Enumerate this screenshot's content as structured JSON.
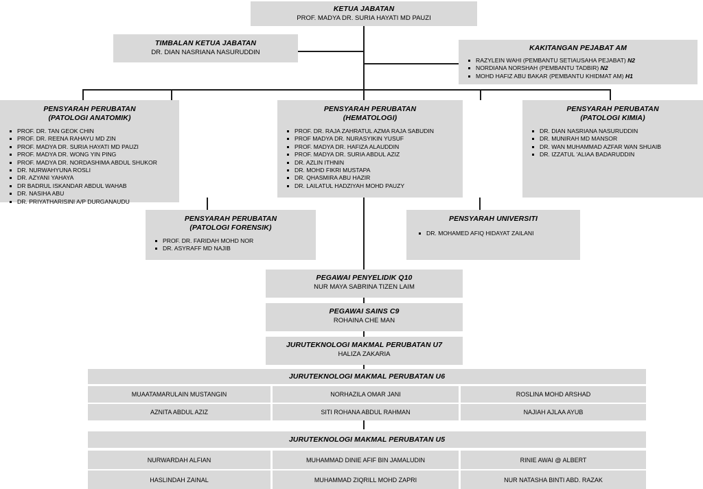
{
  "chart": {
    "type": "org-chart",
    "title": "Carta Organisasi Jabatan Patologi",
    "box_fill": "#d9d9d9",
    "line_color": "#1a1a1a",
    "page_background": "#ffffff"
  },
  "nodes": {
    "head": {
      "title": "KETUA JABATAN",
      "name": "PROF. MADYA DR. SURIA HAYATI MD PAUZI"
    },
    "deputy": {
      "title": "TIMBALAN KETUA JABATAN",
      "name": "DR. DIAN NASRIANA NASURUDDIN"
    },
    "admin_staff": {
      "title": "KAKITANGAN PEJABAT AM",
      "members": [
        {
          "text": "RAZYLEIN WAHI  (PEMBANTU SETIAUSAHA PEJABAT) ",
          "grade": "N2"
        },
        {
          "text": "NORDIANA NORSHAH  (PEMBANTU TADBIR) ",
          "grade": "N2"
        },
        {
          "text": "MOHD HAFIZ ABU BAKAR (PEMBANTU KHIDMAT AM) ",
          "grade": "H1"
        }
      ]
    },
    "anatomic": {
      "title": "PENSYARAH PERUBATAN",
      "subtitle": "(PATOLOGI ANATOMIK)",
      "members": [
        "PROF. DR. TAN GEOK CHIN",
        "PROF. DR. REENA RAHAYU MD ZIN",
        "PROF. MADYA DR. SURIA HAYATI MD PAUZI",
        "PROF. MADYA DR. WONG YIN PING",
        "PROF. MADYA DR. NORDASHIMA ABDUL SHUKOR",
        "DR. NURWAHYUNA ROSLI",
        "DR. AZYANI YAHAYA",
        "DR BADRUL ISKANDAR ABDUL WAHAB",
        "DR. NASIHA ABU",
        "DR. PRIYATHARISINI A/P DURGANAUDU"
      ]
    },
    "hematology": {
      "title": "PENSYARAH PERUBATAN",
      "subtitle": "(HEMATOLOGI)",
      "members": [
        "PROF. DR. RAJA ZAHRATUL AZMA RAJA SABUDIN",
        "PROF MADYA DR. NURASYIKIN YUSUF",
        "PROF. MADYA DR. HAFIZA ALAUDDIN",
        "PROF. MADYA DR. SURIA ABDUL AZIZ",
        "DR. AZLIN ITHNIN",
        "DR. MOHD FIKRI MUSTAPA",
        "DR. QHASMIRA ABU HAZIR",
        "DR. LAILATUL HADZIYAH MOHD PAUZY"
      ]
    },
    "chemical": {
      "title": "PENSYARAH PERUBATAN",
      "subtitle": "(PATOLOGI KIMIA)",
      "members": [
        "DR. DIAN NASRIANA NASURUDDIN",
        "DR. MUNIRAH MD MANSOR",
        "DR. WAN MUHAMMAD AZFAR  WAN SHUAIB",
        "DR. IZZATUL 'ALIAA BADARUDDIN"
      ]
    },
    "forensic": {
      "title": "PENSYARAH PERUBATAN",
      "subtitle": "(PATOLOGI FORENSIK)",
      "members": [
        "PROF. DR. FARIDAH MOHD NOR",
        "DR. ASYRAFF MD NAJIB"
      ]
    },
    "university": {
      "title": "PENSYARAH UNIVERSITI",
      "members": [
        "DR. MOHAMED AFIQ HIDAYAT ZAILANI"
      ]
    },
    "research_officer": {
      "title": "PEGAWAI PENYELIDIK Q10",
      "name": "NUR MAYA SABRINA TIZEN LAIM"
    },
    "science_officer": {
      "title": "PEGAWAI SAINS C9",
      "name": "ROHAINA CHE MAN"
    },
    "tech_u7": {
      "title": "JURUTEKNOLOGI MAKMAL PERUBATAN U7",
      "name": "HALIZA ZAKARIA"
    },
    "tech_u6": {
      "title": "JURUTEKNOLOGI MAKMAL PERUBATAN U6",
      "rows": [
        [
          "MUAATAMARULAIN MUSTANGIN",
          "NORHAZILA OMAR JANI",
          "ROSLINA MOHD ARSHAD"
        ],
        [
          "AZNITA ABDUL AZIZ",
          "SITI ROHANA ABDUL RAHMAN",
          "NAJIAH AJLAA AYUB"
        ]
      ]
    },
    "tech_u5": {
      "title": "JURUTEKNOLOGI MAKMAL PERUBATAN U5",
      "rows": [
        [
          "NURWARDAH ALFIAN",
          "MUHAMMAD DINIE AFIF BIN JAMALUDIN",
          "RINIE AWAI @ ALBERT"
        ],
        [
          "HASLINDAH ZAINAL",
          "MUHAMMAD ZIQRILL MOHD ZAPRI",
          "NUR NATASHA BINTI ABD. RAZAK"
        ]
      ]
    }
  }
}
